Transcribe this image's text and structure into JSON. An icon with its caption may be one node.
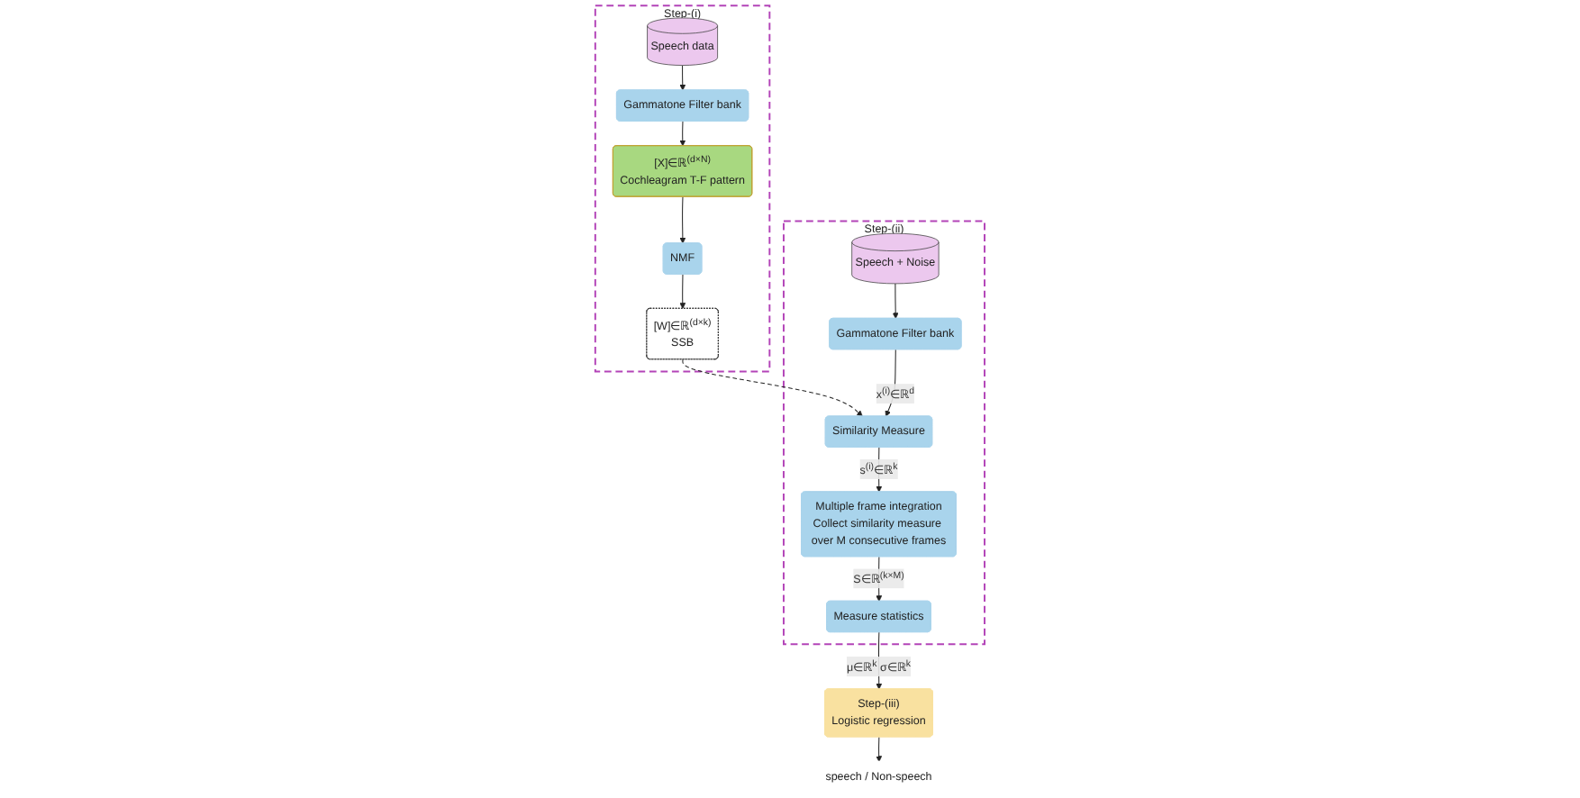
{
  "diagram": {
    "nodes": [
      {
        "text": [
          "Step-(i)"
        ]
      },
      {
        "text": [
          "Speech data"
        ],
        "in": 0
      },
      {
        "text": [
          "Gammatone Filter bank"
        ],
        "in": 0
      },
      {
        "text": [
          "[X]∈ℝ$^{(d×N)}$",
          "Cochleagram T-F pattern"
        ],
        "in": 0
      },
      {
        "text": [
          "NMF"
        ],
        "in": 0
      },
      {
        "text": [
          "[W]∈ℝ$^{(d×k)}$",
          "SSB"
        ],
        "in": 0
      },
      {
        "text": [
          "Step-(ii)"
        ]
      },
      {
        "text": [
          "Speech + Noise"
        ],
        "in": 6
      },
      {
        "text": [
          "Gammatone Filter bank"
        ],
        "in": 6
      },
      {
        "text": [
          "Similarity Measure"
        ],
        "in": 6
      },
      {
        "text": [
          "Multiple frame integration",
          "Collect similarity measure over M consecutive frames"
        ],
        "in": 6
      },
      {
        "text": [
          "Measure statistics"
        ],
        "in": 6
      },
      {
        "text": [
          "Step-(iii)",
          "Logistic regression"
        ]
      },
      {
        "text": [
          "speech / Non-speech"
        ]
      }
    ],
    "edges": [
      {
        "from": 1,
        "to": 2,
        "arrow": "to"
      },
      {
        "from": 2,
        "to": 3,
        "arrow": "to"
      },
      {
        "from": 3,
        "to": 4,
        "arrow": "to"
      },
      {
        "from": 4,
        "to": 5,
        "arrow": "to"
      },
      {
        "from": 5,
        "to": 9,
        "arrow": "to",
        "style": "dashed"
      },
      {
        "from": 7,
        "to": 8,
        "arrow": "to"
      },
      {
        "from": 8,
        "to": 9,
        "arrow": "to",
        "label": "x$^{(i)}$∈ℝ$^{d}$"
      },
      {
        "from": 9,
        "to": 10,
        "arrow": "to",
        "label": "s$^{(i)}$∈ℝ$^{k}$"
      },
      {
        "from": 10,
        "to": 11,
        "arrow": "to",
        "label": "S∈ℝ$^{(k×M)}$"
      },
      {
        "from": 11,
        "to": 12,
        "arrow": "to",
        "label": "μ∈ℝ$^{k}$ σ∈ℝ$^{k}$"
      },
      {
        "from": 12,
        "to": 13,
        "arrow": "to"
      }
    ]
  }
}
